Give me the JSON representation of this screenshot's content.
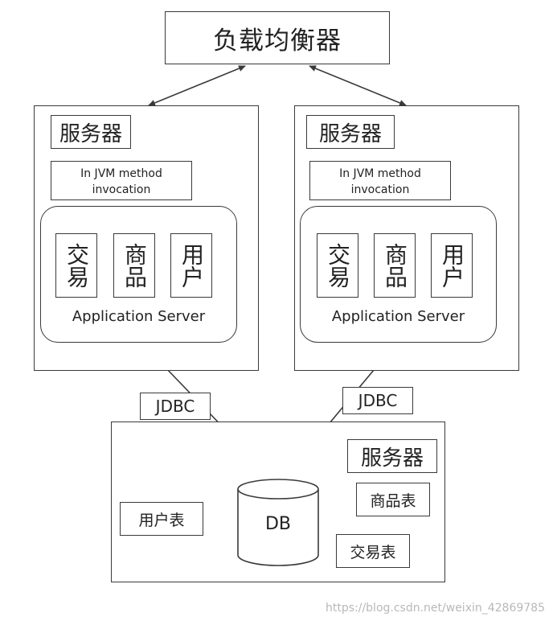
{
  "load_balancer": "负载均衡器",
  "left_server": {
    "title": "服务器",
    "jvm_note": "In JVM method\ninvocation",
    "modules": [
      "交易",
      "商品",
      "用户"
    ],
    "app_server": "Application Server"
  },
  "right_server": {
    "title": "服务器",
    "jvm_note": "In JVM method\ninvocation",
    "modules": [
      "交易",
      "商品",
      "用户"
    ],
    "app_server": "Application Server"
  },
  "jdbc_left": "JDBC",
  "jdbc_right": "JDBC",
  "db_server": {
    "title": "服务器",
    "db_label": "DB",
    "tables": {
      "user": "用户表",
      "product": "商品表",
      "trade": "交易表"
    }
  },
  "watermark": "https://blog.csdn.net/weixin_42869785",
  "colors": {
    "stroke": "#3a3a3a",
    "watermark": "#b8b8b8"
  }
}
